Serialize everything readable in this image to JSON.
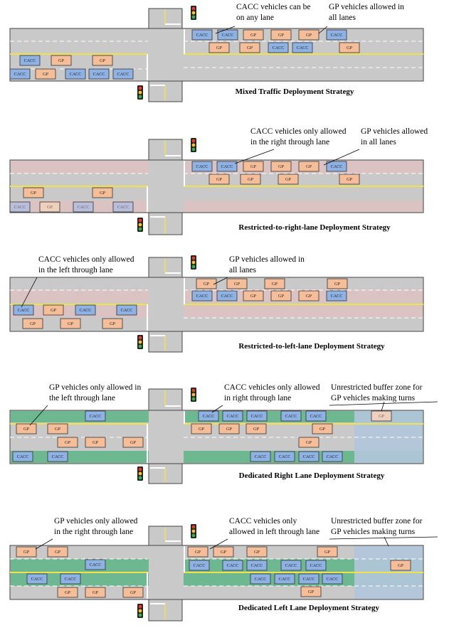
{
  "legend": {
    "cacc_label": "CACC",
    "gp_label": "GP",
    "colors": {
      "road": "#c9c9c9",
      "road_border": "#444444",
      "lane_dash": "#ffffff",
      "yellow_line": "#f2e24a",
      "restricted_lane": "#dcc3c3",
      "dedicated_lane": "#6eb891",
      "buffer_zone": "#b1c6dc",
      "cacc": "#8eb2e4",
      "gp": "#f5be98",
      "cacc_faded": "#b9bedb",
      "gp_faded": "#eed0bc"
    }
  },
  "panels": [
    {
      "id": "mixed",
      "title": "Mixed Traffic Deployment Strategy",
      "annotations": [
        {
          "line1": "CACC vehicles can be",
          "line2": "on any lane"
        },
        {
          "line1": "GP vehicles allowed in",
          "line2": "all lanes"
        }
      ]
    },
    {
      "id": "restricted-right",
      "title": "Restricted-to-right-lane Deployment Strategy",
      "annotations": [
        {
          "line1": "CACC vehicles only allowed",
          "line2": "in the right through lane"
        },
        {
          "line1": "GP vehicles allowed",
          "line2": "in all lanes"
        }
      ]
    },
    {
      "id": "restricted-left",
      "title": "Restricted-to-left-lane Deployment  Strategy",
      "annotations": [
        {
          "line1": "CACC vehicles only allowed",
          "line2": "in the left through lane"
        },
        {
          "line1": "GP vehicles allowed in",
          "line2": "all lanes"
        }
      ]
    },
    {
      "id": "dedicated-right",
      "title": "Dedicated Right Lane Deployment  Strategy",
      "annotations": [
        {
          "line1": "GP vehicles only allowed in",
          "line2": "the left through lane"
        },
        {
          "line1": "CACC vehicles only allowed",
          "line2": "in right through lane"
        },
        {
          "line1": "Unrestricted buffer zone for",
          "line2": "GP vehicles making turns"
        }
      ]
    },
    {
      "id": "dedicated-left",
      "title": "Dedicated Left Lane Deployment Strategy",
      "annotations": [
        {
          "line1": "GP vehicles only allowed",
          "line2": "in the right through lane"
        },
        {
          "line1": "CACC vehicles only",
          "line2": "allowed in left through lane"
        },
        {
          "line1": "Unrestricted buffer zone for",
          "line2": "GP vehicles making turns"
        }
      ]
    }
  ]
}
